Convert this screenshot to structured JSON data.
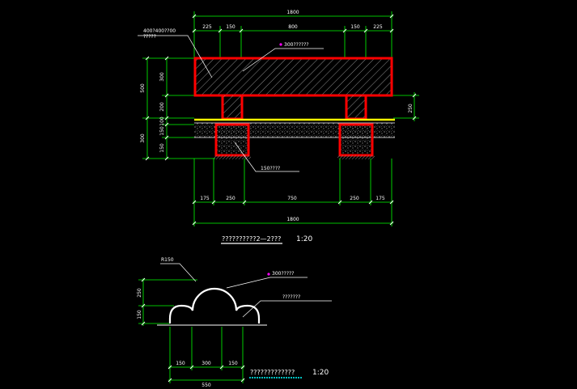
{
  "colors": {
    "background": "#000000",
    "dimension": "#00ff00",
    "outline": "#ff0000",
    "paving": "#ffff00",
    "text": "#ffffff",
    "marker": "#ff00ff"
  },
  "top_drawing": {
    "top_dims": [
      "1800",
      "225",
      "150",
      "800",
      "150",
      "225"
    ],
    "left_dims": [
      "500",
      "300",
      "200",
      "100",
      "150",
      "300",
      "150"
    ],
    "right_dim": "250",
    "bottom_dims": [
      "175",
      "250",
      "750",
      "250",
      "175"
    ],
    "bottom_total": "1800",
    "leader_stone": "400?400??00\n?????",
    "leader_finish": "300??????",
    "leader_base": "150????",
    "title": "??????????2—2???",
    "scale": "1:20"
  },
  "bottom_drawing": {
    "radius_label": "R150",
    "left_dims": [
      "250",
      "150"
    ],
    "leader_finish": "300?????",
    "leader_material": "???????",
    "bottom_dims": [
      "150",
      "300",
      "150"
    ],
    "bottom_total": "550",
    "title": "?????????????",
    "scale": "1:20"
  }
}
